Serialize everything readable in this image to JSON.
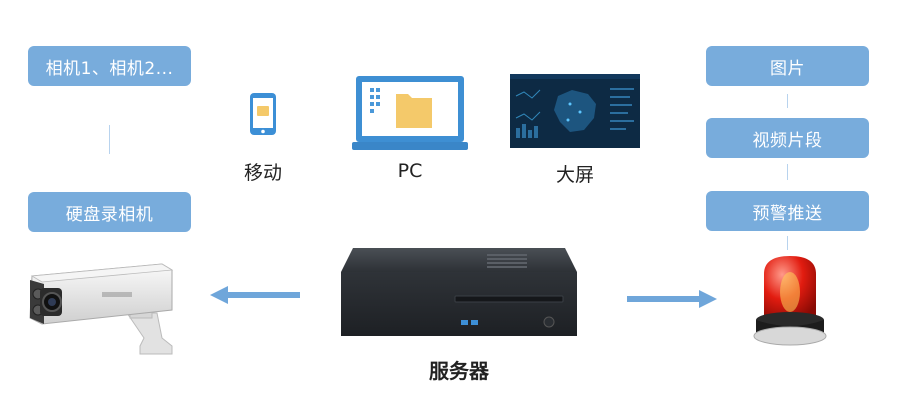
{
  "left_column": {
    "cameras_label": "相机1、相机2...",
    "hdd_camera_label": "硬盘录相机"
  },
  "clients": {
    "mobile_label": "移动",
    "pc_label": "PC",
    "bigscreen_label": "大屏"
  },
  "center": {
    "server_label": "服务器"
  },
  "right_column": {
    "picture_label": "图片",
    "video_clip_label": "视频片段",
    "alert_push_label": "预警推送"
  },
  "colors": {
    "pill_bg": "#78acdc",
    "arrow": "#6fa6da",
    "connector": "#b8d3ee"
  }
}
